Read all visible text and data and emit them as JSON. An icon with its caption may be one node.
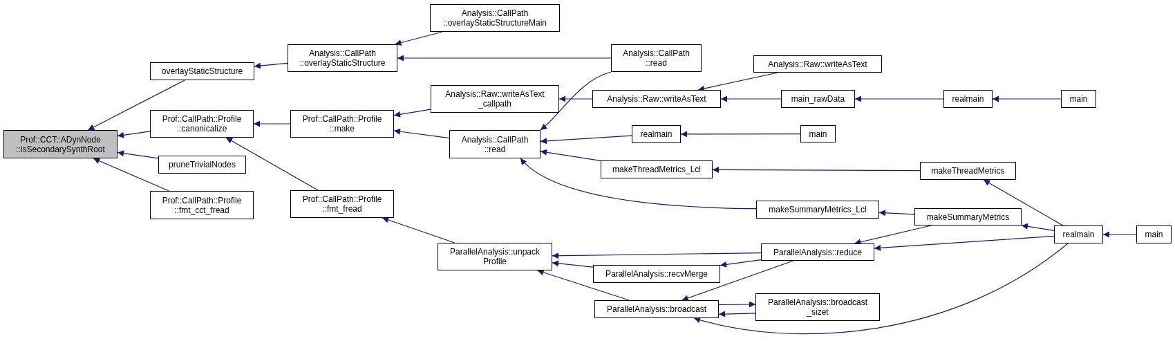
{
  "diagram": {
    "nodes": [
      {
        "text": [
          "Prof::CCT::ADynNode ::isSecondarySynthRoot"
        ]
      },
      {
        "text": [
          "overlayStaticStructure"
        ]
      },
      {
        "text": [
          "Prof::CallPath::Profile ::canonicalize"
        ]
      },
      {
        "text": [
          "pruneTrivialNodes"
        ]
      },
      {
        "text": [
          "Prof::CallPath::Profile ::fmt_cct_fread"
        ]
      },
      {
        "text": [
          "Analysis::CallPath ::overlayStaticStructure"
        ]
      },
      {
        "text": [
          "Prof::CallPath::Profile ::make"
        ]
      },
      {
        "text": [
          "Prof::CallPath::Profile ::fmt_fread"
        ]
      },
      {
        "text": [
          "Analysis::CallPath ::overlayStaticStructureMain"
        ]
      },
      {
        "text": [
          "Analysis::CallPath ::read"
        ]
      },
      {
        "text": [
          "Analysis::Raw::writeAsText _callpath"
        ]
      },
      {
        "text": [
          "Analysis::CallPath ::read"
        ]
      },
      {
        "text": [
          "ParallelAnalysis::unpack Profile"
        ]
      },
      {
        "text": [
          "Analysis::Raw::writeAsText"
        ]
      },
      {
        "text": [
          "realmain"
        ]
      },
      {
        "text": [
          "makeThreadMetrics_Lcl"
        ]
      },
      {
        "text": [
          "makeSummaryMetrics_Lcl"
        ]
      },
      {
        "text": [
          "ParallelAnalysis::recvMerge"
        ]
      },
      {
        "text": [
          "ParallelAnalysis::broadcast"
        ]
      },
      {
        "text": [
          "Analysis::Raw::writeAsText"
        ]
      },
      {
        "text": [
          "main_rawData"
        ]
      },
      {
        "text": [
          "main"
        ]
      },
      {
        "text": [
          "ParallelAnalysis::reduce"
        ]
      },
      {
        "text": [
          "ParallelAnalysis::broadcast _sizet"
        ]
      },
      {
        "text": [
          "realmain"
        ]
      },
      {
        "text": [
          "main"
        ]
      },
      {
        "text": [
          "makeThreadMetrics"
        ]
      },
      {
        "text": [
          "makeSummaryMetrics"
        ]
      },
      {
        "text": [
          "realmain"
        ]
      },
      {
        "text": [
          "main"
        ]
      }
    ],
    "edges": [
      {
        "from": 1,
        "to": 0,
        "arrow": "to"
      },
      {
        "from": 2,
        "to": 0,
        "arrow": "to"
      },
      {
        "from": 3,
        "to": 0,
        "arrow": "to"
      },
      {
        "from": 4,
        "to": 0,
        "arrow": "to"
      },
      {
        "from": 5,
        "to": 1,
        "arrow": "to"
      },
      {
        "from": 6,
        "to": 2,
        "arrow": "to"
      },
      {
        "from": 7,
        "to": 2,
        "arrow": "to"
      },
      {
        "from": 8,
        "to": 5,
        "arrow": "to"
      },
      {
        "from": 9,
        "to": 5,
        "arrow": "to"
      },
      {
        "from": 10,
        "to": 6,
        "arrow": "to"
      },
      {
        "from": 11,
        "to": 6,
        "arrow": "to"
      },
      {
        "from": 12,
        "to": 7,
        "arrow": "to"
      },
      {
        "from": 13,
        "to": 10,
        "arrow": "to"
      },
      {
        "from": 9,
        "to": 11,
        "arrow": "to"
      },
      {
        "from": 14,
        "to": 11,
        "arrow": "to"
      },
      {
        "from": 15,
        "to": 11,
        "arrow": "to"
      },
      {
        "from": 16,
        "to": 11,
        "arrow": "to"
      },
      {
        "from": 22,
        "to": 12,
        "arrow": "to"
      },
      {
        "from": 17,
        "to": 12,
        "arrow": "to"
      },
      {
        "from": 18,
        "to": 12,
        "arrow": "to"
      },
      {
        "from": 19,
        "to": 13,
        "arrow": "to"
      },
      {
        "from": 20,
        "to": 13,
        "arrow": "to"
      },
      {
        "from": 21,
        "to": 14,
        "arrow": "to"
      },
      {
        "from": 26,
        "to": 15,
        "arrow": "to"
      },
      {
        "from": 27,
        "to": 16,
        "arrow": "to"
      },
      {
        "from": 22,
        "to": 17,
        "arrow": "to"
      },
      {
        "from": 22,
        "to": 18,
        "arrow": "to"
      },
      {
        "from": 23,
        "to": 18,
        "arrow": "to"
      },
      {
        "from": 18,
        "to": 23,
        "arrow": "to"
      },
      {
        "from": 28,
        "to": 18,
        "arrow": "to"
      },
      {
        "from": 24,
        "to": 20,
        "arrow": "to"
      },
      {
        "from": 25,
        "to": 24,
        "arrow": "to"
      },
      {
        "from": 28,
        "to": 26,
        "arrow": "to"
      },
      {
        "from": 28,
        "to": 27,
        "arrow": "to"
      },
      {
        "from": 27,
        "to": 22,
        "arrow": "to"
      },
      {
        "from": 28,
        "to": 22,
        "arrow": "to"
      },
      {
        "from": 29,
        "to": 28,
        "arrow": "to"
      }
    ]
  }
}
